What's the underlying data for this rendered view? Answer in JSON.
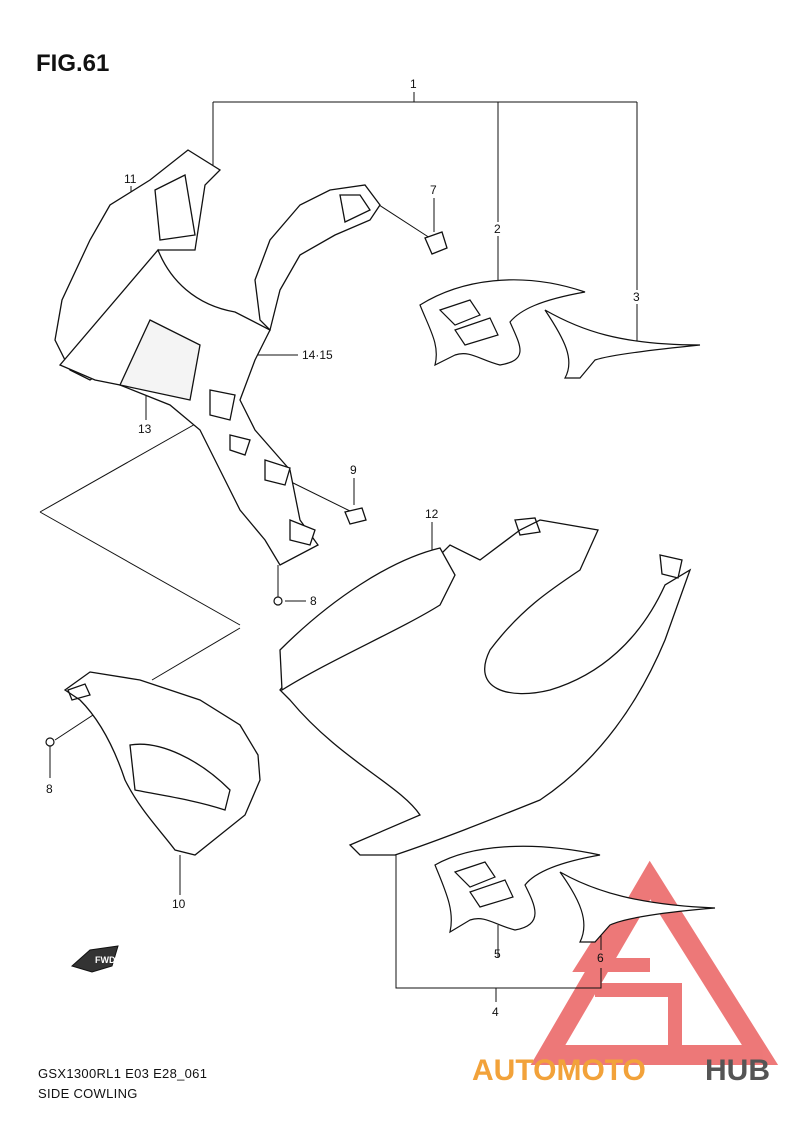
{
  "figure": {
    "title": "FIG.61",
    "model_code": "GSX1300RL1 E03 E28_061",
    "section_name": "SIDE COWLING"
  },
  "callouts": [
    {
      "id": "1",
      "label": "1"
    },
    {
      "id": "2",
      "label": "2"
    },
    {
      "id": "3",
      "label": "3"
    },
    {
      "id": "4",
      "label": "4"
    },
    {
      "id": "5",
      "label": "5"
    },
    {
      "id": "6",
      "label": "6"
    },
    {
      "id": "7",
      "label": "7"
    },
    {
      "id": "8a",
      "label": "8"
    },
    {
      "id": "8b",
      "label": "8"
    },
    {
      "id": "9",
      "label": "9"
    },
    {
      "id": "10",
      "label": "10"
    },
    {
      "id": "11",
      "label": "11"
    },
    {
      "id": "12",
      "label": "12"
    },
    {
      "id": "13",
      "label": "13"
    },
    {
      "id": "1415",
      "label": "14·15"
    }
  ],
  "fwd_label": "FWD",
  "watermark": {
    "part1": "AUTOMOTO",
    "part2": "HUB",
    "color1": "#f2a23a",
    "color2": "#555555",
    "triangle_color": "#e84c4c"
  }
}
